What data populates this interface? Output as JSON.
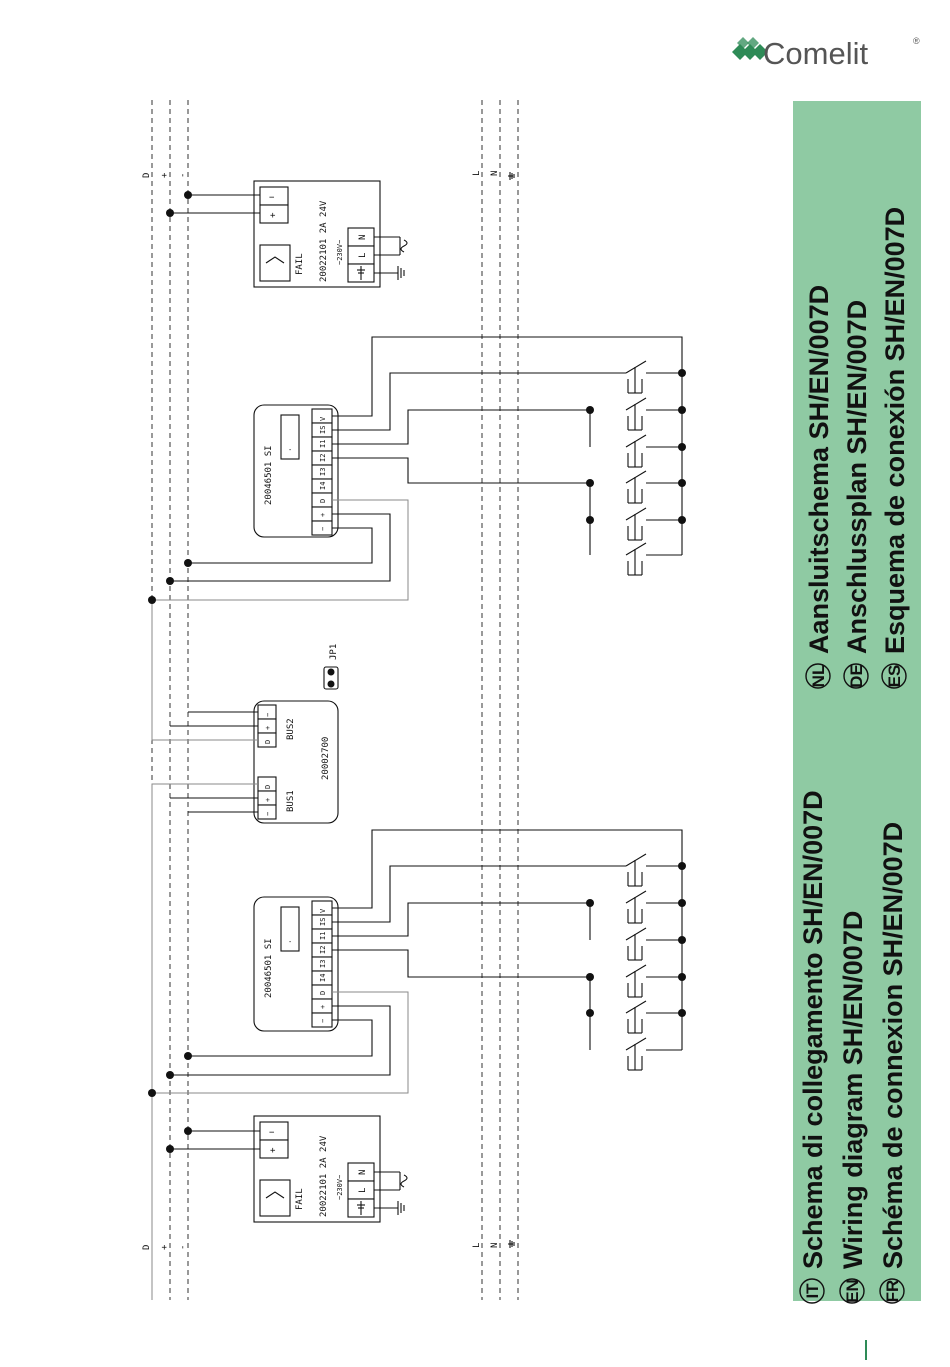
{
  "brand": {
    "name": "Comelit",
    "registered": "®",
    "accent_color": "#8fcaa3",
    "logo_color": "#2e8b57"
  },
  "bus_labels": {
    "d": "D",
    "plus": "+",
    "minus": "-"
  },
  "mains_labels": {
    "l": "L",
    "n": "N"
  },
  "power_supply": {
    "part_no": "20022101 2A 24V",
    "fail": "FAIL",
    "voltage": "~230V~",
    "term_plus": "+",
    "term_minus": "−",
    "term_l": "L",
    "term_n": "N"
  },
  "interface": {
    "part_no": "20046501 SI",
    "terminals": [
      "−",
      "+",
      "D",
      "I4",
      "I3",
      "I2",
      "I1",
      "IS",
      "V"
    ],
    "v_plus": "+"
  },
  "actuator": {
    "part_no": "20002700",
    "bus1": "BUS1",
    "bus2": "BUS2",
    "terms": [
      "−",
      "+",
      "D"
    ],
    "jumper": "JP1"
  },
  "titles": {
    "left": [
      {
        "lang": "IT",
        "text": "Schema di collegamento SH/EN/007D"
      },
      {
        "lang": "EN",
        "text": "Wiring diagram SH/EN/007D"
      },
      {
        "lang": "FR",
        "text": "Schéma de connexion SH/EN/007D"
      }
    ],
    "right": [
      {
        "lang": "NL",
        "text": "Aansluitschema SH/EN/007D"
      },
      {
        "lang": "DE",
        "text": "Anschlussplan SH/EN/007D"
      },
      {
        "lang": "ES",
        "text": "Esquema de conexión SH/EN/007D"
      }
    ]
  }
}
